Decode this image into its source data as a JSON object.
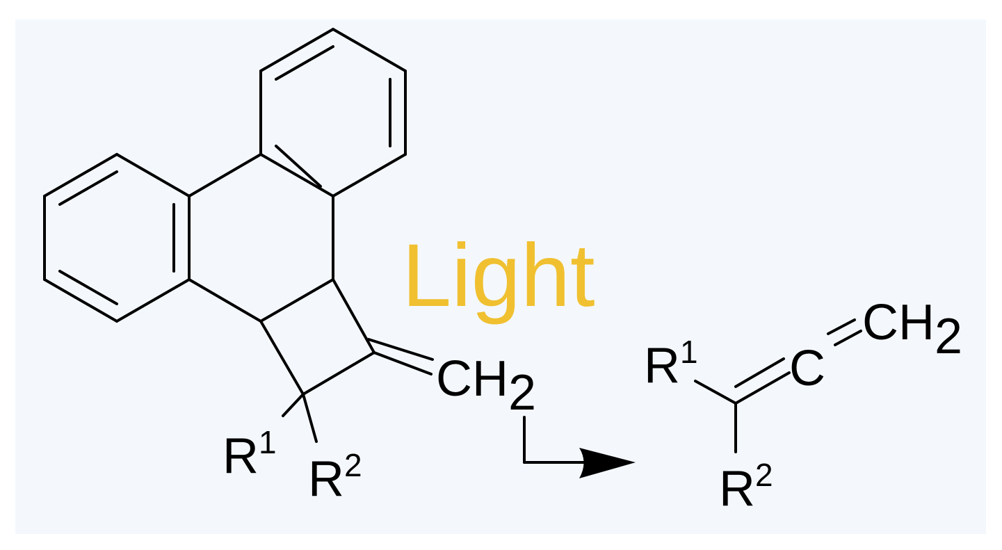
{
  "colors": {
    "panel_background": "#f4f8fd",
    "bond": "#000000",
    "light_text": "#f0c030"
  },
  "reaction_condition": {
    "label": "Light"
  },
  "reactant": {
    "methylene": {
      "atom": "CH",
      "subscript": "2"
    },
    "substituent_1": {
      "atom": "R",
      "superscript": "1"
    },
    "substituent_2": {
      "atom": "R",
      "superscript": "2"
    }
  },
  "product": {
    "substituent_1": {
      "atom": "R",
      "superscript": "1"
    },
    "substituent_2": {
      "atom": "R",
      "superscript": "2"
    },
    "central_carbon": {
      "atom": "C"
    },
    "methylene": {
      "atom": "CH",
      "subscript": "2"
    }
  }
}
